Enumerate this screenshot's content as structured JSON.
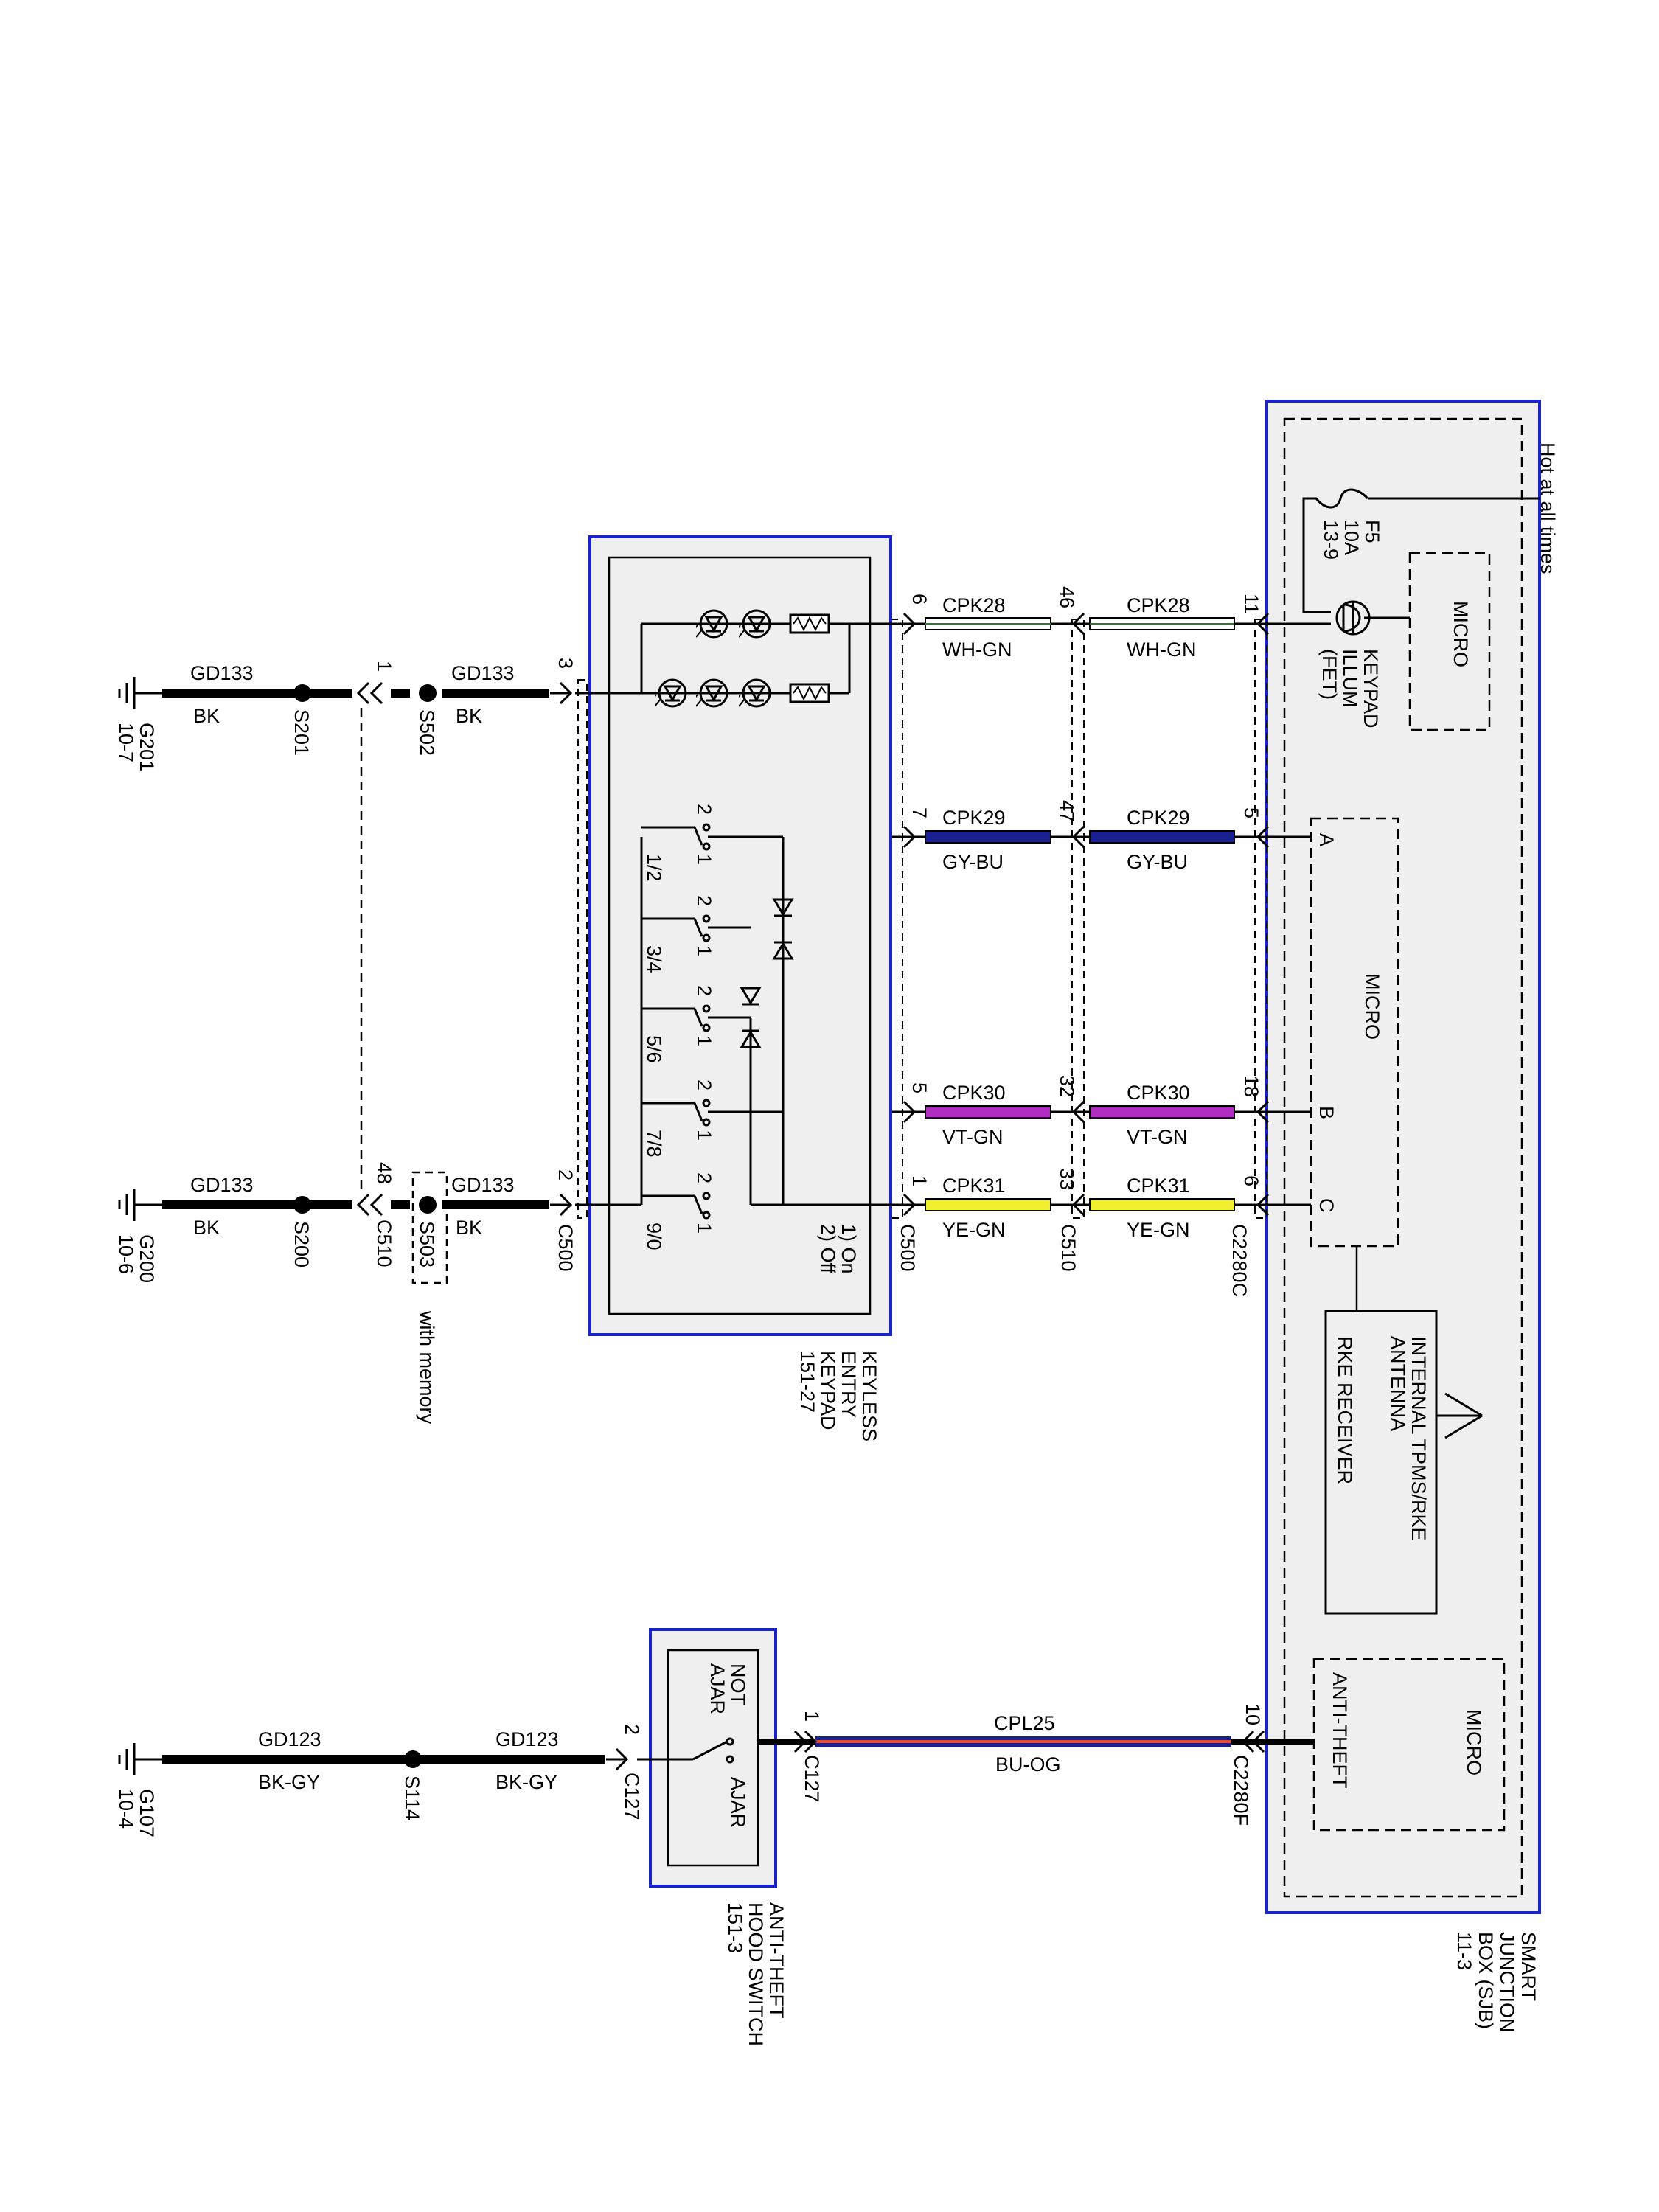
{
  "header": {
    "hot_label": "Hot at all times"
  },
  "colors": {
    "box_border": "#1a22c8",
    "box_fill": "#efefef",
    "wire": "#000000"
  },
  "sjb": {
    "name": [
      "SMART",
      "JUNCTION",
      "BOX (SJB)",
      "11-3"
    ],
    "fuse": [
      "F5",
      "10A",
      "13-9"
    ],
    "micro_top": "MICRO",
    "keypad_illum": [
      "KEYPAD",
      "ILLUM",
      "(FET)"
    ],
    "micro_mid": "MICRO",
    "pins": [
      "A",
      "B",
      "C"
    ],
    "antenna": [
      "INTERNAL TPMS/RKE",
      "ANTENNA"
    ],
    "rke": "RKE RECEIVER",
    "micro_bot": "MICRO",
    "anti_theft": "ANTI-THEFT"
  },
  "keypad": {
    "name": [
      "KEYLESS",
      "ENTRY",
      "KEYPAD",
      "151-27"
    ],
    "legend": [
      "1) On",
      "2) Off"
    ],
    "switches": [
      "1/2",
      "3/4",
      "5/6",
      "7/8",
      "9/0"
    ],
    "switch_pins": [
      "2",
      "1"
    ]
  },
  "hood": {
    "name": [
      "ANTI-THEFT",
      "HOOD SWITCH",
      "151-3"
    ],
    "not_ajar": [
      "NOT",
      "AJAR"
    ],
    "ajar": "AJAR"
  },
  "wires": [
    {
      "left_circuit": "CPK28",
      "left_color": "WH-GN",
      "right_circuit": "CPK28",
      "right_color": "WH-GN",
      "pins": [
        "6",
        "46",
        "11"
      ],
      "stroke": "#ffffff"
    },
    {
      "left_circuit": "CPK29",
      "left_color": "GY-BU",
      "right_circuit": "CPK29",
      "right_color": "GY-BU",
      "pins": [
        "7",
        "47",
        "5"
      ],
      "stroke": "#1a2090"
    },
    {
      "left_circuit": "CPK30",
      "left_color": "VT-GN",
      "right_circuit": "CPK30",
      "right_color": "VT-GN",
      "pins": [
        "5",
        "32",
        "18"
      ],
      "stroke": "#b02cc0"
    },
    {
      "left_circuit": "CPK31",
      "left_color": "YE-GN",
      "right_circuit": "CPK31",
      "right_color": "YE-GN",
      "pins": [
        "1",
        "33",
        "6"
      ],
      "stroke": "#f2ee30"
    }
  ],
  "connectors": {
    "c500": "C500",
    "c510": "C510",
    "c2280c": "C2280C",
    "c2280f": "C2280F",
    "c127": "C127"
  },
  "hood_wire": {
    "circuit": "CPL25",
    "color": "BU-OG",
    "pins": [
      "10",
      "1"
    ]
  },
  "grounds": {
    "g201": {
      "name": "G201",
      "ref": "10-7",
      "pin_keypad": "3",
      "pin_mid": "1",
      "circuit": "GD133",
      "color": "BK",
      "splice_inner": "S502",
      "splice_outer": "S201"
    },
    "g200": {
      "name": "G200",
      "ref": "10-6",
      "pin_keypad": "2",
      "pin_mid": "48",
      "circuit": "GD133",
      "color": "BK",
      "splice_inner": "S503",
      "splice_outer": "S200",
      "note": "with memory"
    },
    "g107": {
      "name": "G107",
      "ref": "10-4",
      "pin": "2",
      "circuit": "GD123",
      "color": "BK-GY",
      "splice": "S114"
    }
  }
}
